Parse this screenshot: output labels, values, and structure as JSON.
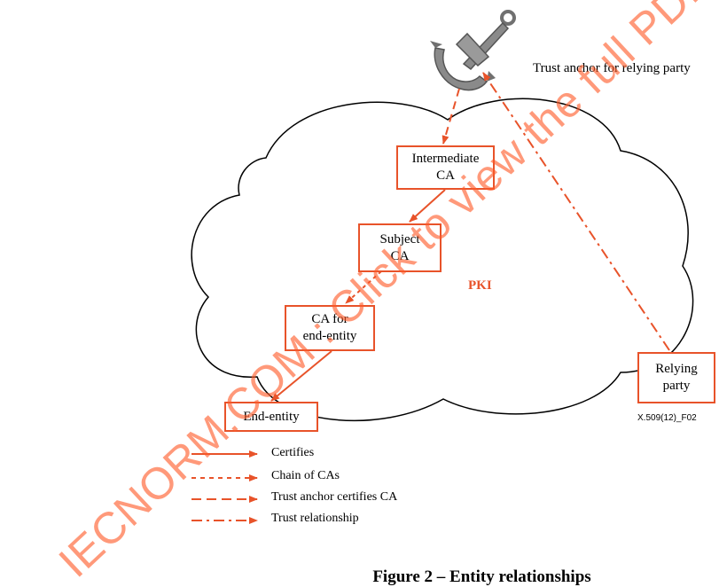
{
  "colors": {
    "accent": "#e8532a",
    "cloud_stroke": "#000000",
    "watermark": "#ff5a28",
    "anchor_gray": "#8a8a8a"
  },
  "diagram": {
    "trust_anchor_label": "Trust anchor for relying party",
    "cloud_label": "PKI",
    "figure_code": "X.509(12)_F02",
    "nodes": {
      "intermediate_ca": {
        "line1": "Intermediate",
        "line2": "CA"
      },
      "subject_ca": {
        "line1": "Subject",
        "line2": "CA"
      },
      "ca_end_entity": {
        "line1": "CA for",
        "line2": "end-entity"
      },
      "end_entity": {
        "line1": "End-entity"
      },
      "relying_party": {
        "line1": "Relying",
        "line2": "party"
      }
    },
    "icons": {
      "trust_anchor": "anchor-icon"
    }
  },
  "legend": {
    "items": [
      {
        "label": "Certifies",
        "style": "solid"
      },
      {
        "label": "Chain of CAs",
        "style": "dotted"
      },
      {
        "label": "Trust anchor certifies CA",
        "style": "dashed"
      },
      {
        "label": "Trust relationship",
        "style": "dash-dot"
      }
    ]
  },
  "caption": "Figure 2 – Entity relationships",
  "watermark": "IECNORM.COM : Click to view the full PDF of"
}
